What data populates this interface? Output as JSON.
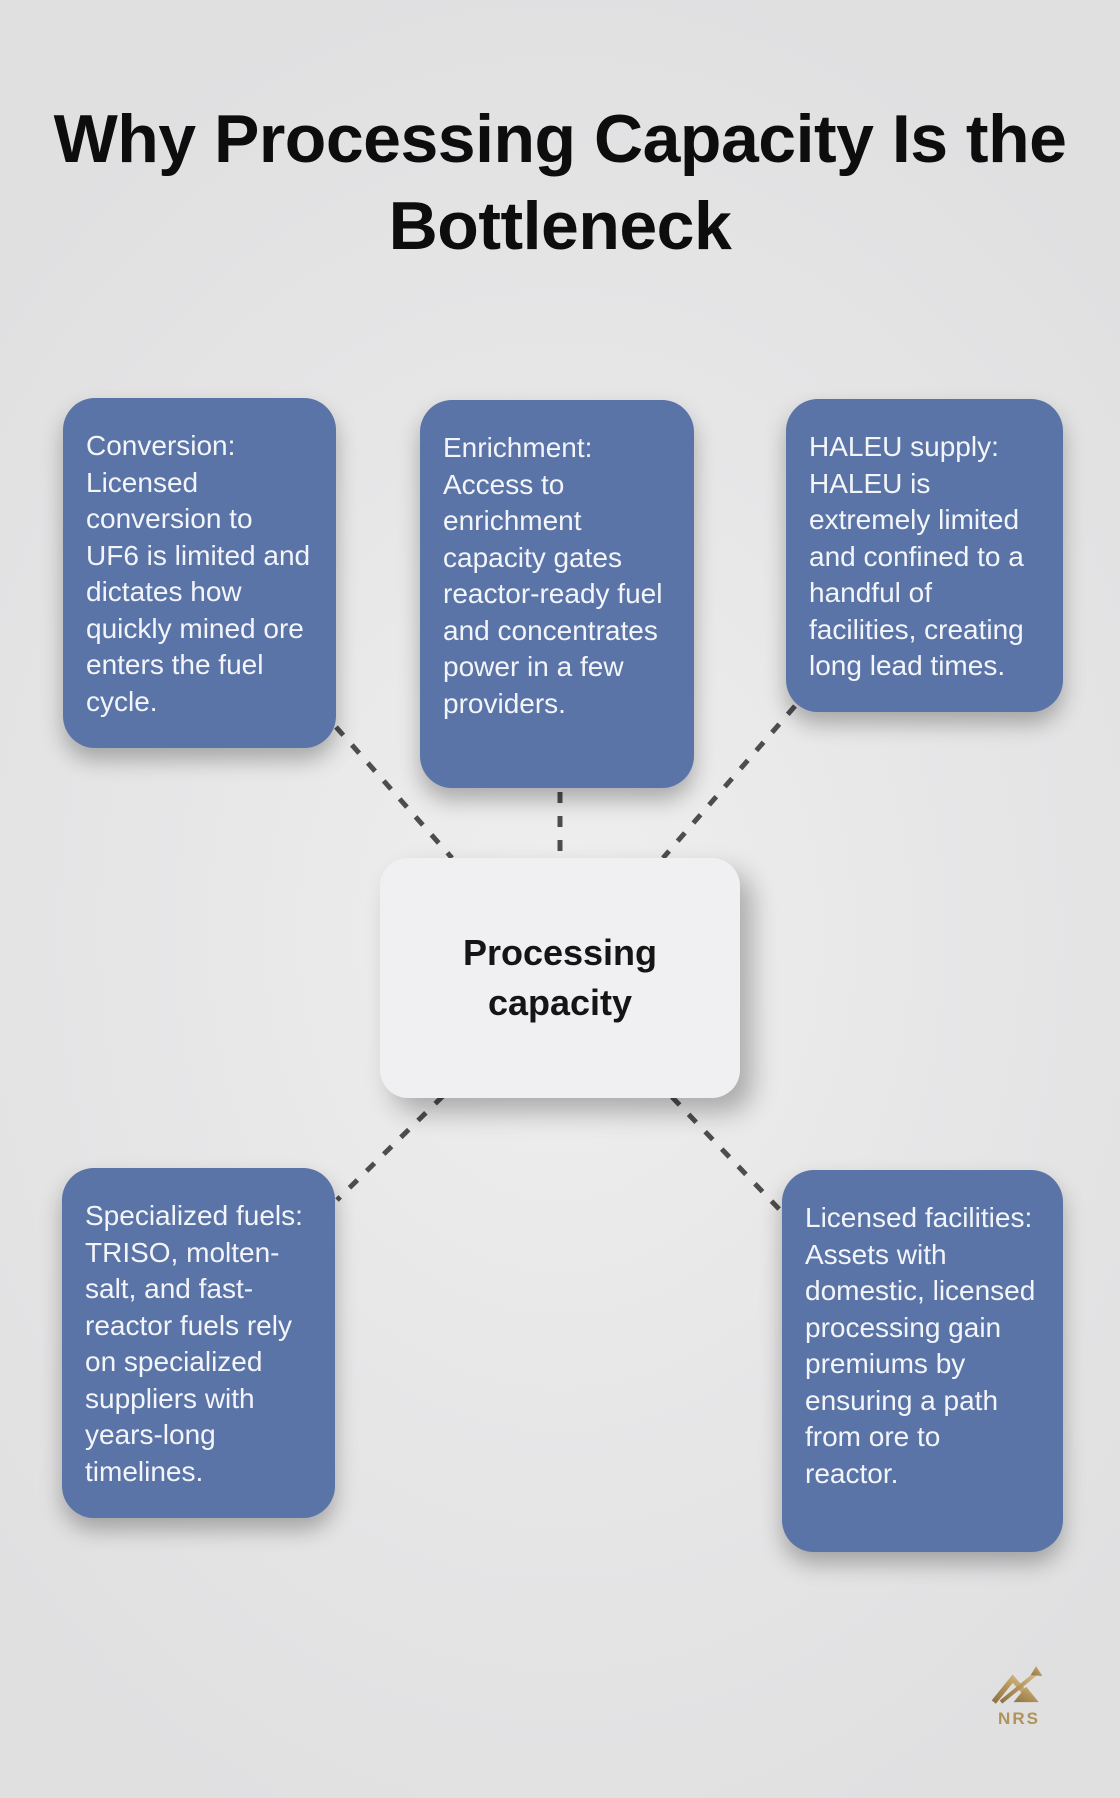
{
  "title": {
    "full": "Why Processing Capacity Is the Bottleneck",
    "lines": [
      "Why Processing Capacity Is the",
      "Bottleneck"
    ]
  },
  "center_node": {
    "label": "Processing capacity"
  },
  "nodes": [
    {
      "id": "conversion",
      "text": "Conversion: Licensed conversion to UF6 is limited and dictates how quickly mined ore enters the fuel cycle."
    },
    {
      "id": "enrichment",
      "text": "Enrichment: Access to enrichment capacity gates reactor-ready fuel and concentrates power in a few providers."
    },
    {
      "id": "haleu-supply",
      "text": "HALEU supply: HALEU is extremely limited and confined to a handful of facilities, creating long lead times."
    },
    {
      "id": "specialized-fuels",
      "text": "Specialized fuels: TRISO, molten-salt, and fast-reactor fuels rely on specialized suppliers with years-long timelines."
    },
    {
      "id": "licensed-facilities",
      "text": "Licensed facilities: Assets with domestic, licensed processing gain premiums by ensuring a path from ore to reactor."
    }
  ],
  "logo": {
    "text": "NRS",
    "icon": "mountain-arrow-icon"
  },
  "colors": {
    "background": "#e4e4e5",
    "node_fill": "#5a74a8",
    "node_text": "#f3f5f9",
    "center_fill": "#f0f0f2",
    "center_text": "#151515",
    "title_text": "#0d0d0d",
    "connector": "#4d4d4d",
    "logo_gold": "#b1925a"
  }
}
